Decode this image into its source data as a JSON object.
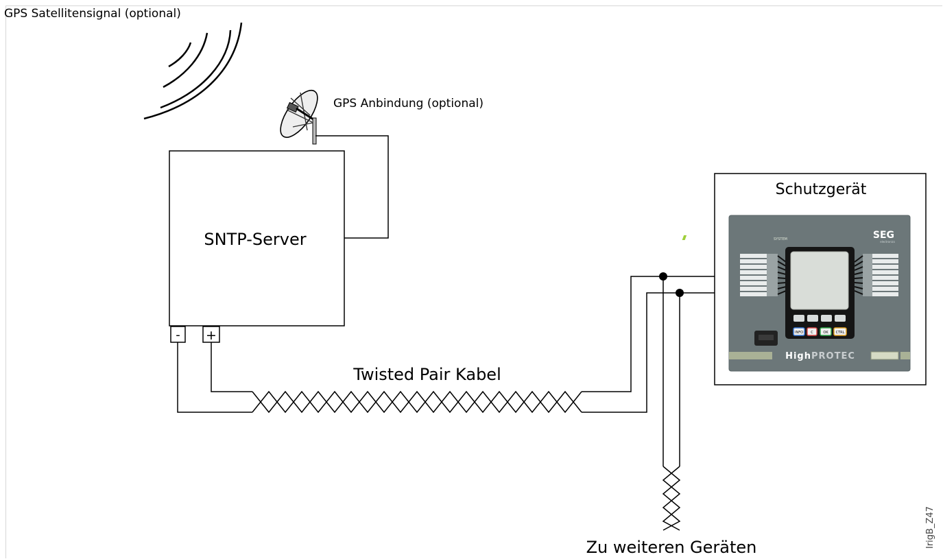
{
  "labels": {
    "gps_signal": "GPS Satellitensignal (optional)",
    "gps_link": "GPS Anbindung (optional)",
    "sntp_server": "SNTP-Server",
    "minus_terminal": "-",
    "plus_terminal": "+",
    "twisted_pair": "Twisted Pair Kabel",
    "protection_device": "Schutzgerät",
    "more_devices": "Zu weiteren Geräten",
    "figure_id": "IrigB_Z47"
  },
  "device_panel": {
    "brand": "SEG",
    "brand_sub": "electronics",
    "system_tag": "SYSTEM",
    "product_name_a": "High",
    "product_name_b": "PROTEC",
    "buttons": [
      "INFO",
      "C",
      "OK",
      "CTRL"
    ],
    "button_colors": [
      "#3a7ad8",
      "#d84848",
      "#2fa84a",
      "#e0a020"
    ],
    "panel_color": "#6c7779",
    "screen_color": "#d9ddd8"
  }
}
